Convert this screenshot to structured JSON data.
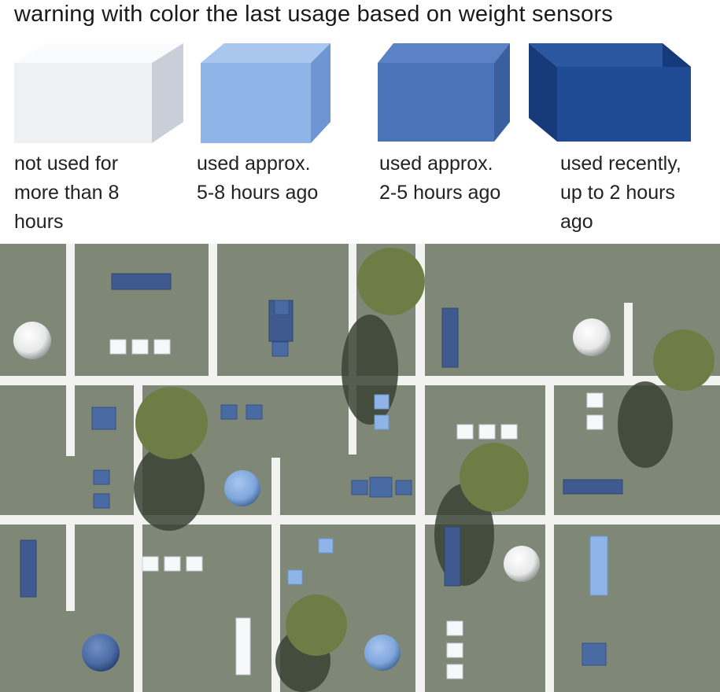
{
  "title": "warning with color the last usage based on weight sensors",
  "legend": [
    {
      "line1": "not used for",
      "line2": "more than 8",
      "line3": "hours",
      "color": "#eef0f4",
      "side": "#c9ced8",
      "top": "#fafbfc"
    },
    {
      "line1": "used approx.",
      "line2": "5-8 hours ago",
      "line3": "",
      "color": "#8fb4e8",
      "side": "#6d96d2",
      "top": "#a9c6ef"
    },
    {
      "line1": "used approx.",
      "line2": "2-5 hours ago",
      "line3": "",
      "color": "#4a73b8",
      "side": "#3b5f9e",
      "top": "#5a82c4"
    },
    {
      "line1": "used recently,",
      "line2": "up to 2 hours",
      "line3": "ago",
      "color": "#1f4a94",
      "side": "#173b7a",
      "top": "#2b56a0"
    }
  ],
  "map": {
    "ground_color": "#7f8876",
    "path_color": "#f2f2f0",
    "tree_color": "#6e7d45"
  }
}
